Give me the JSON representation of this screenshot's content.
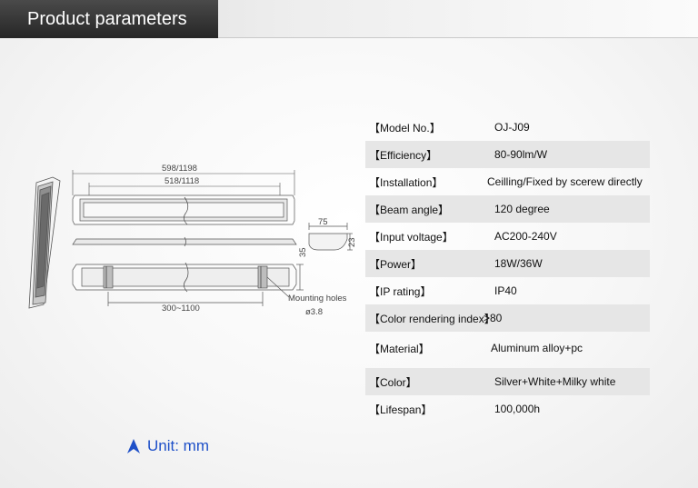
{
  "header": {
    "title": "Product parameters"
  },
  "drawing": {
    "dim_length_outer": "598/1198",
    "dim_length_inner": "518/1118",
    "dim_width": "75",
    "dim_depth": "35",
    "dim_height": "23",
    "dim_hole_spacing": "300~1100",
    "mounting_label": "Mounting holes",
    "hole_diameter": "ø3.8"
  },
  "params": [
    {
      "label": "【Model No.】",
      "value": "OJ-J09"
    },
    {
      "label": "【Efficiency】",
      "value": "80-90lm/W"
    },
    {
      "label": "【Installation】",
      "value": "Ceilling/Fixed by scerew directly"
    },
    {
      "label": "【Beam angle】",
      "value": "120 degree"
    },
    {
      "label": "【Input voltage】",
      "value": "AC200-240V"
    },
    {
      "label": "【Power】",
      "value": "18W/36W"
    },
    {
      "label": "【IP rating】",
      "value": "IP40"
    },
    {
      "label": "【Color rendering index】",
      "value": ">80"
    },
    {
      "label": "【Material】",
      "value": "Aluminum alloy+pc"
    },
    {
      "label": "【Color】",
      "value": "Silver+White+Milky white"
    },
    {
      "label": "【Lifespan】",
      "value": "100,000h"
    }
  ],
  "unit": {
    "text": "Unit: mm",
    "icon": "up-arrow-icon",
    "color": "#1e50c8"
  }
}
